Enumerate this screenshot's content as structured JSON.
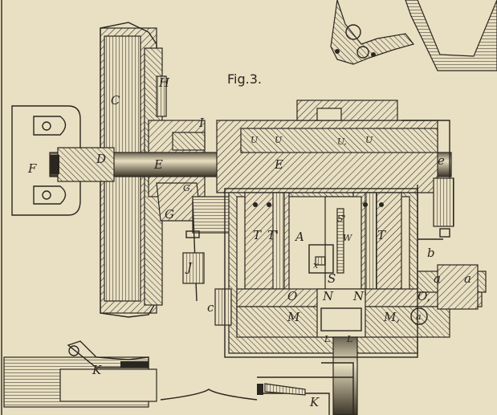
{
  "figure_title": "Fig.3.",
  "labels": {
    "F": "F",
    "D": "D",
    "E_left": "E",
    "E_main": "E",
    "e": "e",
    "C": "C",
    "H": "H",
    "I": "I",
    "G": "G",
    "G1": "G,",
    "J": "J",
    "U1": "U",
    "U2": "U",
    "U3": "U,",
    "U4": "U",
    "T": "T",
    "T1": "T'",
    "A": "A",
    "T_right": "T",
    "S1": "S'",
    "W": "W",
    "x": "x",
    "S": "S",
    "O": "O",
    "N_left": "N",
    "N_right": "N'",
    "O1": "O,",
    "M": "M",
    "M1": "M,",
    "L1": "L",
    "L2": "L",
    "a_circle": "a",
    "b": "b",
    "a1": "a",
    "a2": "a",
    "c": "c",
    "K_left": "K",
    "K_bottom": "K"
  },
  "colors": {
    "paper": "#e9dfc2",
    "ink": "#2a2620"
  }
}
